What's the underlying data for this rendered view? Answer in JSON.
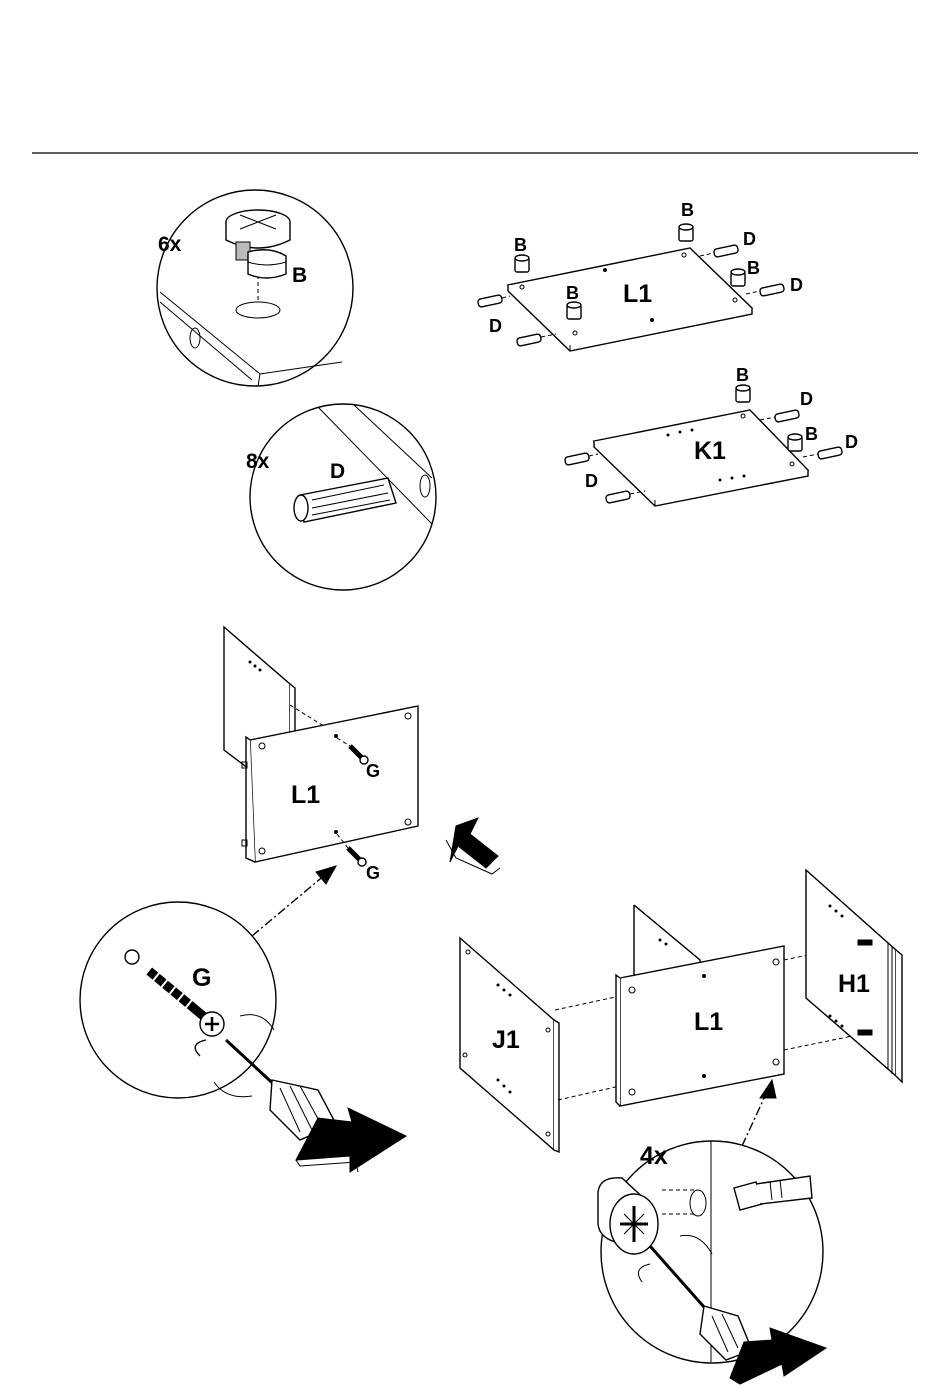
{
  "step1": {
    "cam_qty": "6x",
    "cam_label": "B",
    "dowel_qty": "8x",
    "dowel_label": "D",
    "panel_L1": {
      "name": "L1",
      "cam_labels": [
        "B",
        "B",
        "B",
        "B"
      ],
      "dowel_labels": [
        "D",
        "D",
        "D"
      ]
    },
    "panel_K1": {
      "name": "K1",
      "cam_labels": [
        "B",
        "B"
      ],
      "dowel_labels": [
        "D",
        "D",
        "D"
      ]
    }
  },
  "step2": {
    "panel_name": "L1",
    "screw_labels": [
      "G",
      "G"
    ],
    "detail_screw_label": "G"
  },
  "step3": {
    "panels": [
      "J1",
      "L1",
      "H1"
    ],
    "cam_qty": "4x"
  }
}
